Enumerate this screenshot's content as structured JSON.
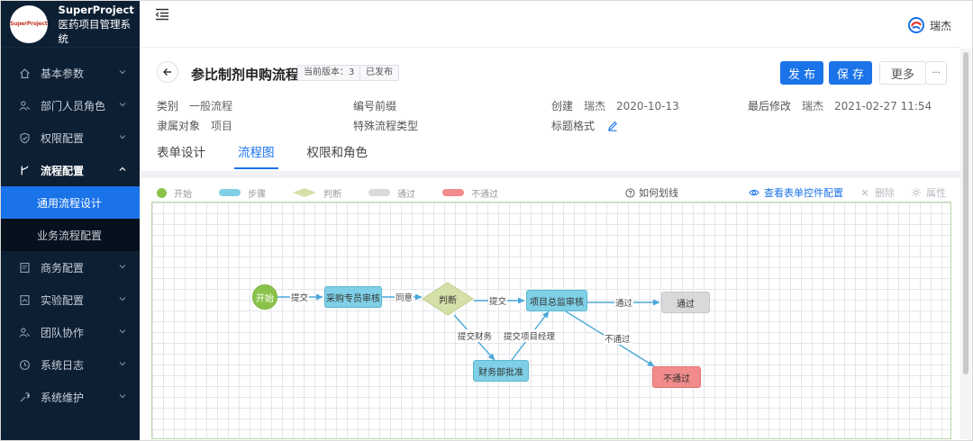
{
  "brand": {
    "logo_text": "SuperProject",
    "title": "SuperProject",
    "subtitle": "医药项目管理系统"
  },
  "sidebar": {
    "items": [
      {
        "label": "基本参数",
        "icon": "home-icon"
      },
      {
        "label": "部门人员角色",
        "icon": "users-icon"
      },
      {
        "label": "权限配置",
        "icon": "shield-icon"
      },
      {
        "label": "流程配置",
        "icon": "branch-icon",
        "open": true
      },
      {
        "label": "商务配置",
        "icon": "document-icon"
      },
      {
        "label": "实验配置",
        "icon": "flask-icon"
      },
      {
        "label": "团队协作",
        "icon": "team-icon"
      },
      {
        "label": "系统日志",
        "icon": "clock-icon"
      },
      {
        "label": "系统维护",
        "icon": "wrench-icon"
      }
    ],
    "subitems": [
      {
        "label": "通用流程设计",
        "active": true
      },
      {
        "label": "业务流程配置",
        "active": false
      }
    ]
  },
  "user": {
    "name": "瑞杰"
  },
  "page": {
    "title": "参比制剂申购流程",
    "version_tag": "当前版本：3",
    "status_tag": "已发布",
    "buttons": {
      "publish": "发 布",
      "save": "保 存",
      "more": "更多",
      "ellipsis": "···"
    }
  },
  "meta": {
    "category": {
      "label": "类别",
      "value": "一般流程"
    },
    "code_prefix": {
      "label": "编号前缀",
      "value": ""
    },
    "created": {
      "label": "创建",
      "user": "瑞杰",
      "date": "2020-10-13"
    },
    "modified": {
      "label": "最后修改",
      "user": "瑞杰",
      "date": "2021-02-27 11:54"
    },
    "owner": {
      "label": "隶属对象",
      "value": "项目"
    },
    "special_type": {
      "label": "特殊流程类型",
      "value": ""
    },
    "title_format": {
      "label": "标题格式"
    }
  },
  "tabs": [
    {
      "label": "表单设计",
      "active": false
    },
    {
      "label": "流程图",
      "active": true
    },
    {
      "label": "权限和角色",
      "active": false
    }
  ],
  "legend": [
    {
      "label": "开始",
      "color": "#8bc34a",
      "shape": "circle"
    },
    {
      "label": "步骤",
      "color": "#7fd0e6",
      "shape": "rect"
    },
    {
      "label": "判断",
      "color": "#d4e0a8",
      "shape": "diamond"
    },
    {
      "label": "通过",
      "color": "#d8d9db",
      "shape": "rect"
    },
    {
      "label": "不通过",
      "color": "#f28b8b",
      "shape": "rect"
    }
  ],
  "toolbar": {
    "howto": "如何划线",
    "view_config": "查看表单控件配置",
    "delete": "删除",
    "properties": "属性"
  },
  "flow": {
    "nodes": {
      "start": "开始",
      "purchase_review": "采购专员审核",
      "decision": "判断",
      "director_review": "项目总监审核",
      "finance_approve": "财务部批准",
      "pass": "通过",
      "fail": "不通过"
    },
    "edges": {
      "submit1": "提交",
      "agree": "同意",
      "submit2": "提交",
      "submit_finance": "提交财务",
      "submit_manager": "提交项目经理",
      "pass": "通过",
      "fail": "不通过"
    }
  },
  "colors": {
    "accent": "#1a73e8",
    "sidebar_bg": "#0d1f33",
    "edge": "#4aa8d8"
  }
}
